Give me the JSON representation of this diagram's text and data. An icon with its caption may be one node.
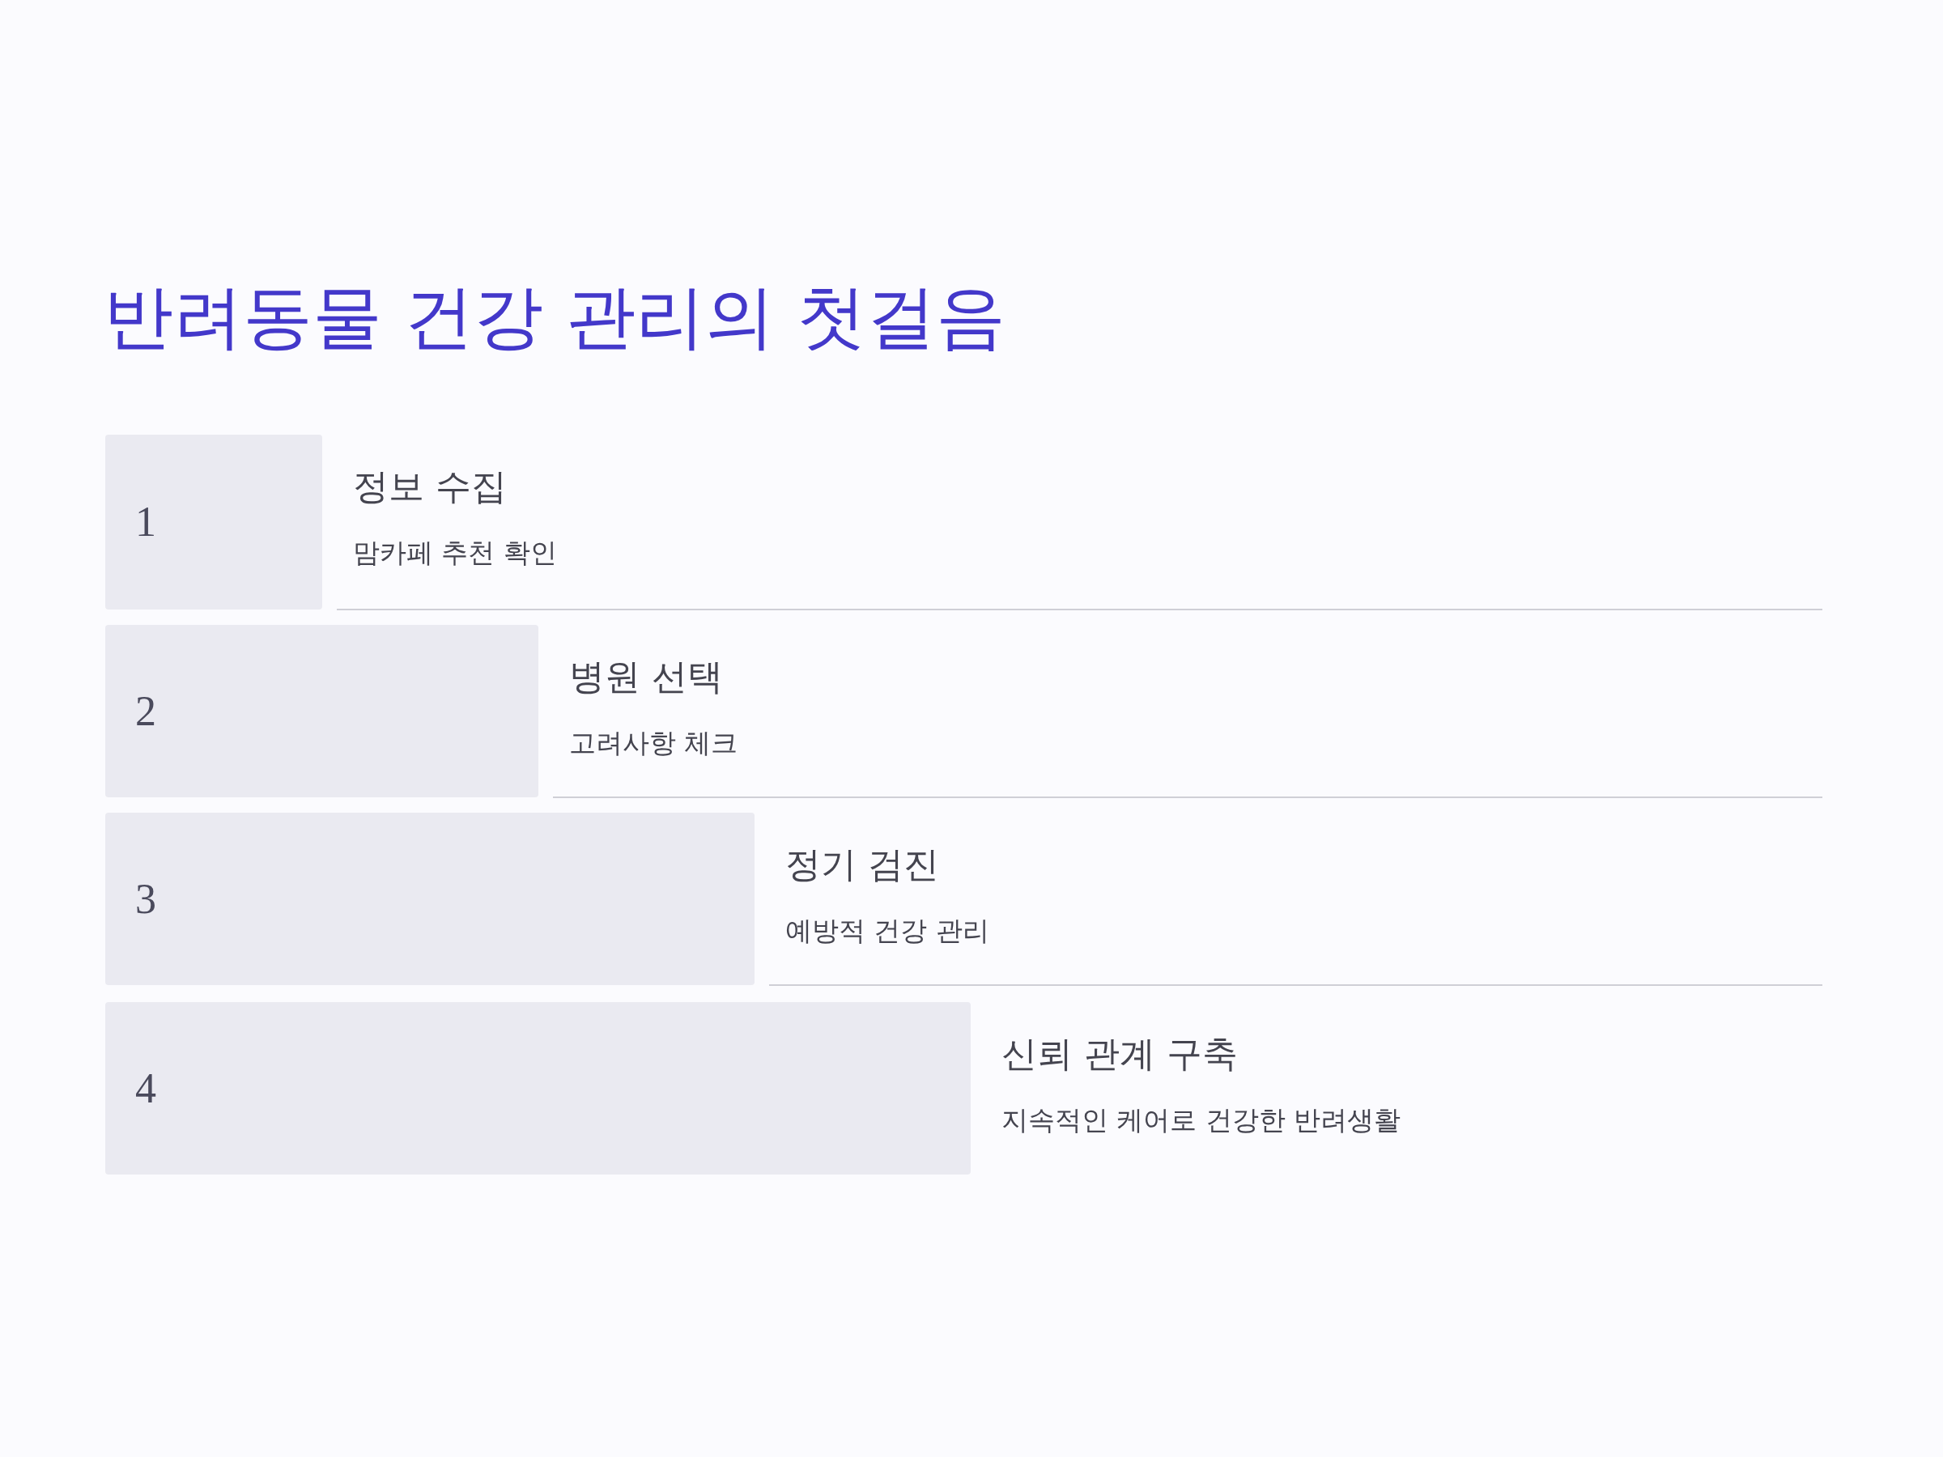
{
  "diagram": {
    "title": "반려동물 건강 관리의 첫걸음",
    "nodes": [
      {
        "text": [
          "1"
        ],
        "beside": [
          "정보 수집",
          "맘카페 추천 확인"
        ]
      },
      {
        "text": [
          "2"
        ],
        "beside": [
          "병원 선택",
          "고려사항 체크"
        ]
      },
      {
        "text": [
          "3"
        ],
        "beside": [
          "정기 검진",
          "예방적 건강 관리"
        ]
      },
      {
        "text": [
          "4"
        ],
        "beside": [
          "신뢰 관계 구축",
          "지속적인 케어로 건강한 반려생활"
        ]
      }
    ]
  }
}
